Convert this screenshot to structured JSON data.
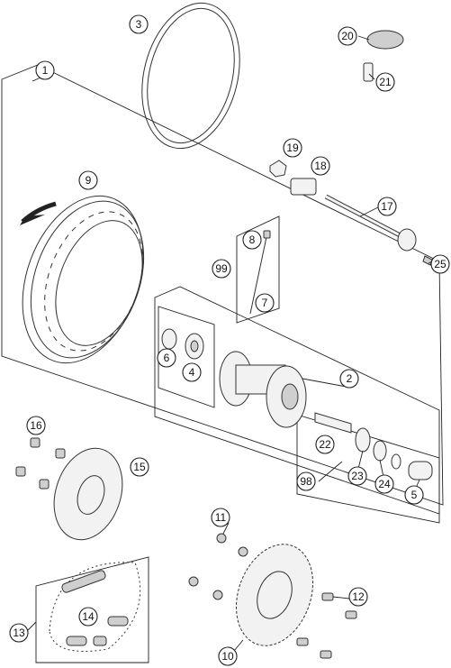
{
  "callouts": [
    {
      "id": "c1",
      "label": "1"
    },
    {
      "id": "c2",
      "label": "2"
    },
    {
      "id": "c3",
      "label": "3"
    },
    {
      "id": "c4",
      "label": "4"
    },
    {
      "id": "c5",
      "label": "5"
    },
    {
      "id": "c6",
      "label": "6"
    },
    {
      "id": "c7",
      "label": "7"
    },
    {
      "id": "c8",
      "label": "8"
    },
    {
      "id": "c9",
      "label": "9"
    },
    {
      "id": "c10",
      "label": "10"
    },
    {
      "id": "c11",
      "label": "11"
    },
    {
      "id": "c12",
      "label": "12"
    },
    {
      "id": "c13",
      "label": "13"
    },
    {
      "id": "c14",
      "label": "14"
    },
    {
      "id": "c15",
      "label": "15"
    },
    {
      "id": "c16",
      "label": "16"
    },
    {
      "id": "c17",
      "label": "17"
    },
    {
      "id": "c18",
      "label": "18"
    },
    {
      "id": "c19",
      "label": "19"
    },
    {
      "id": "c20",
      "label": "20"
    },
    {
      "id": "c21",
      "label": "21"
    },
    {
      "id": "c22",
      "label": "22"
    },
    {
      "id": "c23",
      "label": "23"
    },
    {
      "id": "c24",
      "label": "24"
    },
    {
      "id": "c25",
      "label": "25"
    },
    {
      "id": "c98",
      "label": "98"
    },
    {
      "id": "c99",
      "label": "99"
    }
  ]
}
